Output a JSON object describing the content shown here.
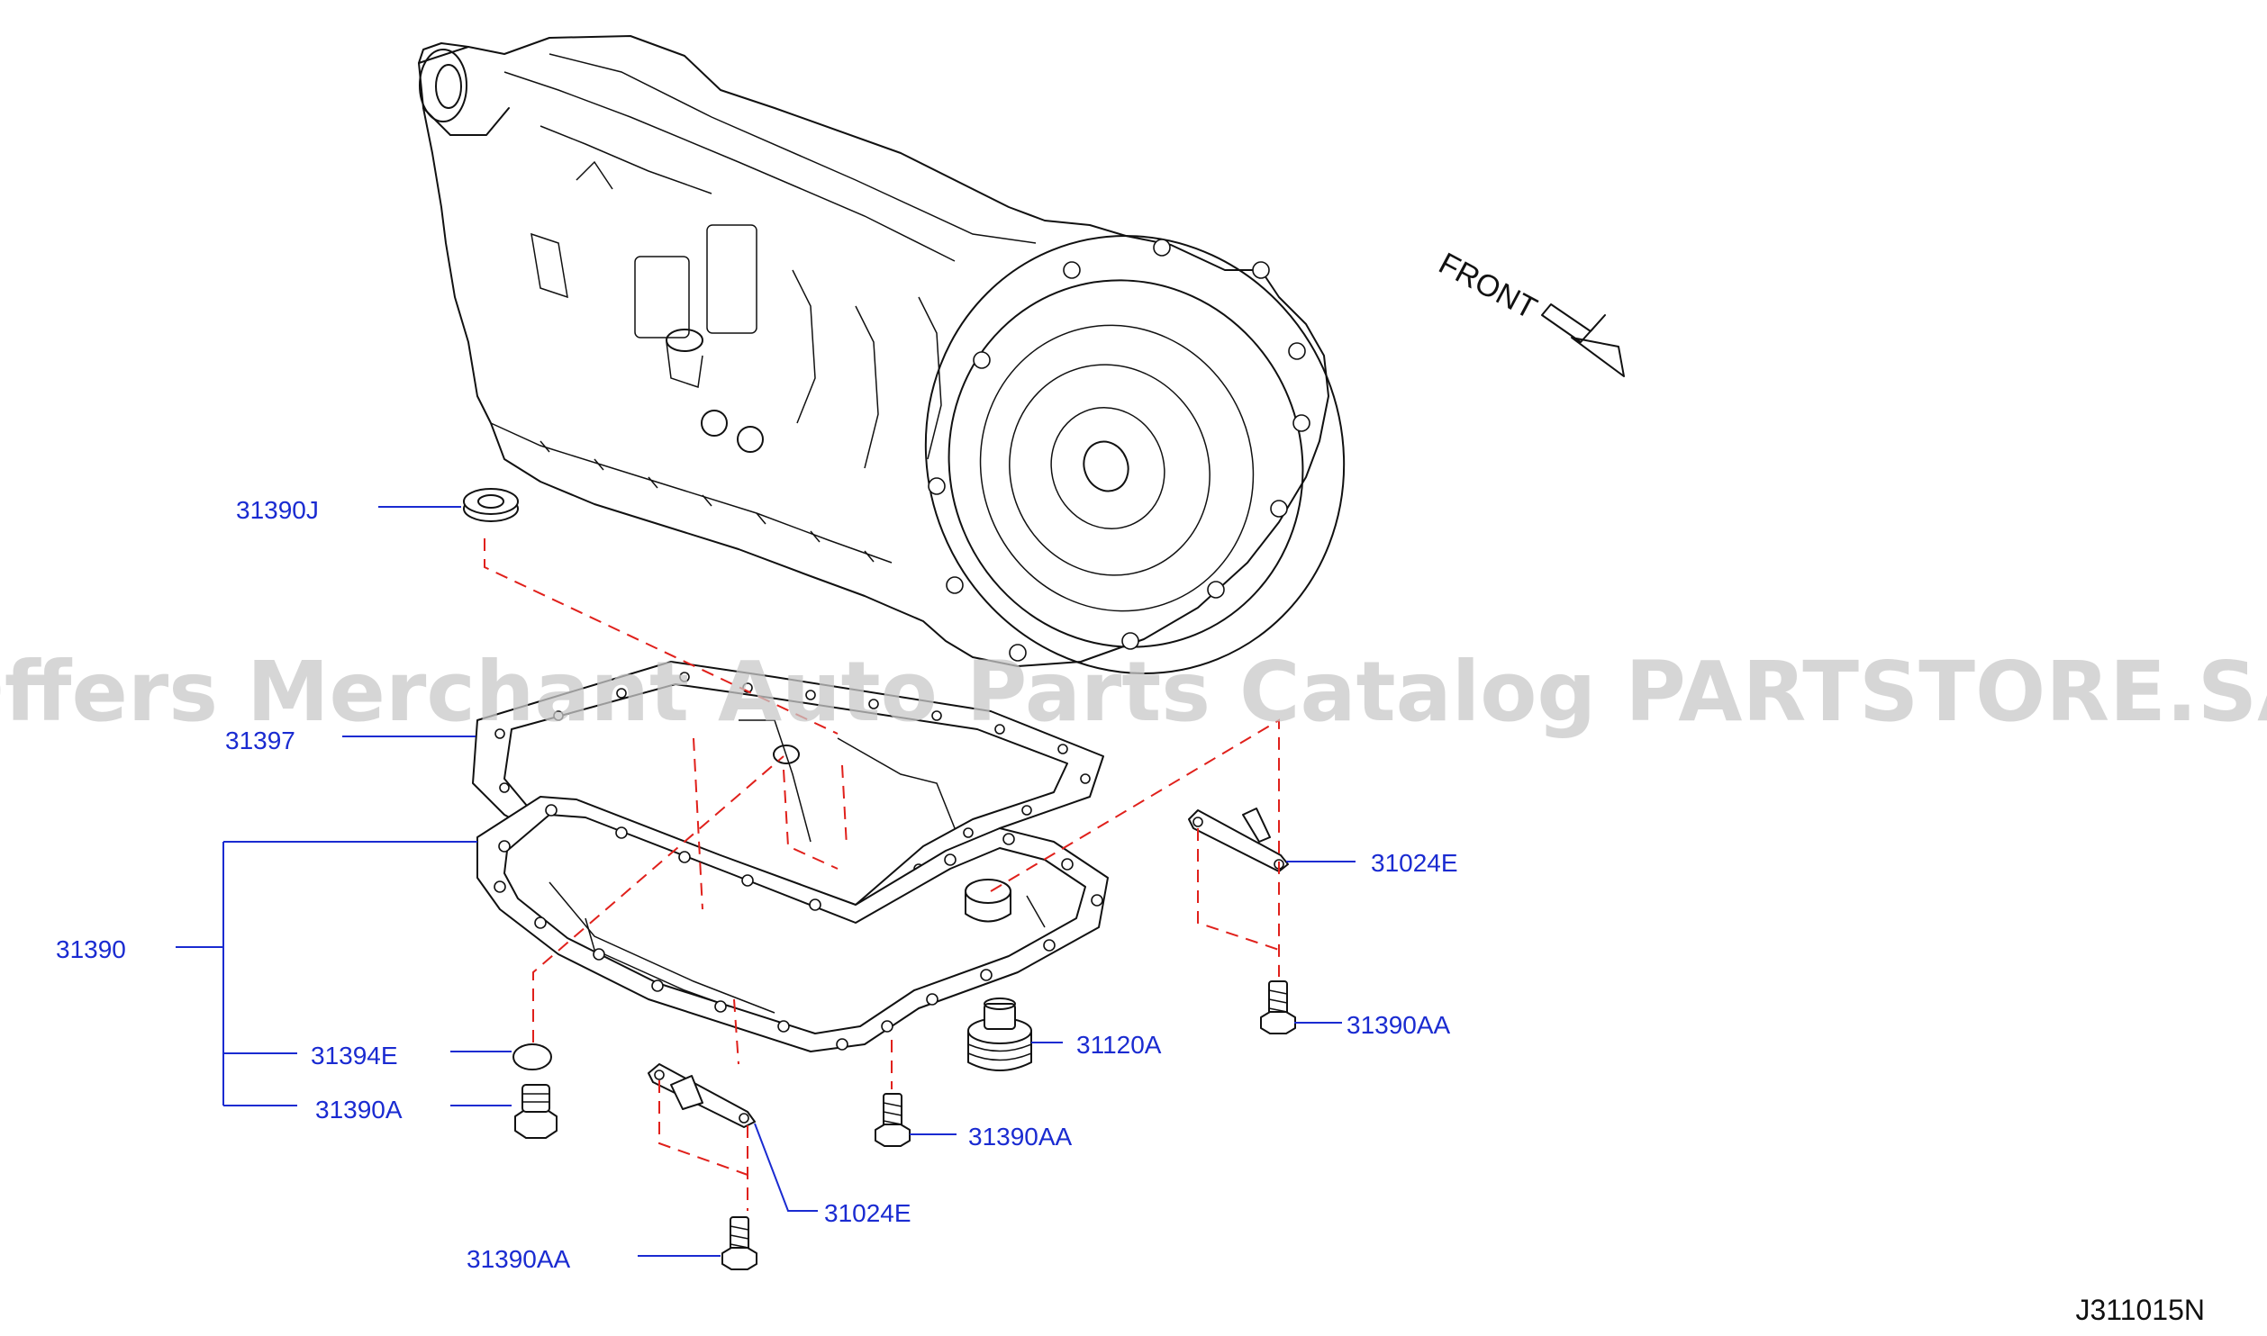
{
  "watermark": "Offers Merchant Auto Parts Catalog PARTSTORE.SA",
  "front_indicator": {
    "label": "FRONT"
  },
  "diagram_id": "J311015N",
  "colors": {
    "label": "#1a2bd1",
    "leader": "#1a2bd1",
    "dashed_guide": "#e0201b",
    "linework": "#111111",
    "watermark": "#c8c8c8"
  },
  "part_labels": [
    {
      "key": "31390J",
      "text": "31390J"
    },
    {
      "key": "31397",
      "text": "31397"
    },
    {
      "key": "31390",
      "text": "31390"
    },
    {
      "key": "31394E",
      "text": "31394E"
    },
    {
      "key": "31390A",
      "text": "31390A"
    },
    {
      "key": "31024E_right",
      "text": "31024E"
    },
    {
      "key": "31390AA_right",
      "text": "31390AA"
    },
    {
      "key": "31120A",
      "text": "31120A"
    },
    {
      "key": "31390AA_center",
      "text": "31390AA"
    },
    {
      "key": "31024E_bottom",
      "text": "31024E"
    },
    {
      "key": "31390AA_bottom",
      "text": "31390AA"
    }
  ]
}
